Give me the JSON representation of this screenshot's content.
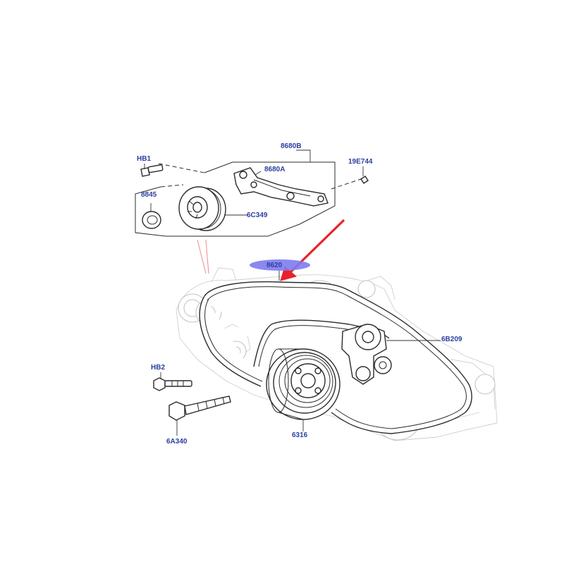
{
  "labels": {
    "hb1": "HB1",
    "p8680b": "8680B",
    "p8680a": "8680A",
    "p19e744": "19E744",
    "p8845": "8845",
    "p6c349": "6C349",
    "p8620": "8620",
    "p6b209": "6B209",
    "hb2": "HB2",
    "p6a340": "6A340",
    "p6316": "6316"
  },
  "colors": {
    "label": "#2a3fa0",
    "highlight": "#7e7bf0",
    "arrow": "#e8232a"
  }
}
